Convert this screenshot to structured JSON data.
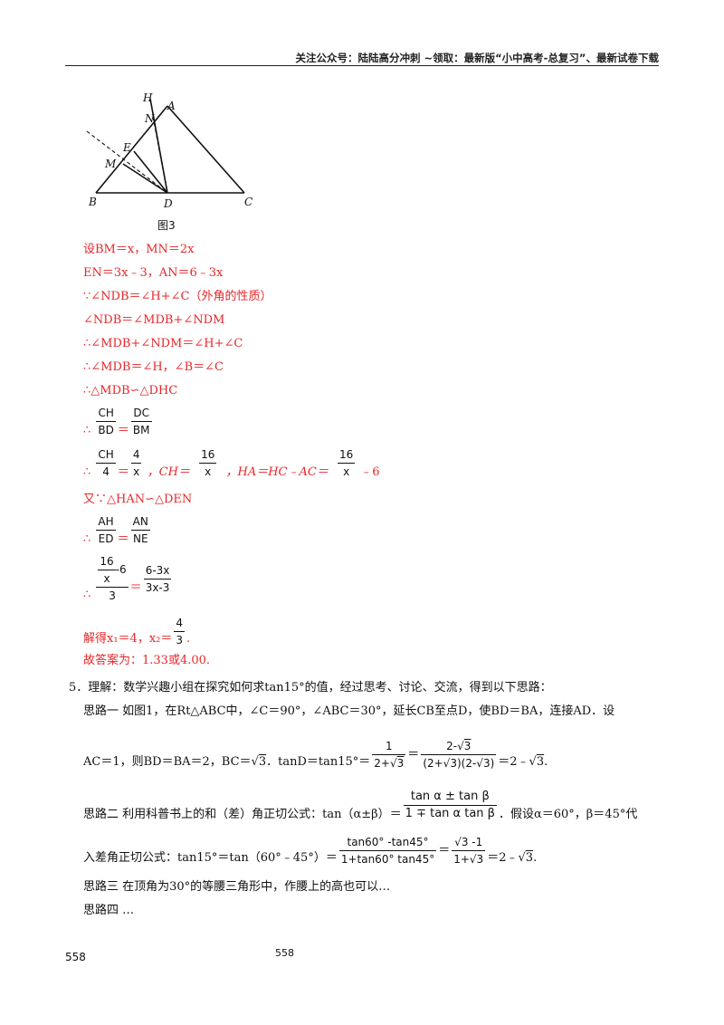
{
  "header": {
    "text": "关注公众号：陆陆高分冲刺 ~领取：最新版“小中高考-总复习”、最新试卷下载"
  },
  "figure": {
    "caption": "图3",
    "points": {
      "H": "H",
      "A": "A",
      "N": "N",
      "E": "E",
      "M": "M",
      "B": "B",
      "D": "D",
      "C": "C"
    }
  },
  "solution": {
    "l1": "设BM＝x，MN＝2x",
    "l2": "EN＝3x﹣3，AN＝6﹣3x",
    "l3": "∵∠NDB＝∠H+∠C（外角的性质）",
    "l4": "∠NDB＝∠MDB+∠NDM",
    "l5": "∴∠MDB+∠NDM＝∠H+∠C",
    "l6": "∴∠MDB＝∠H，∠B＝∠C",
    "l7": "∴△MDB∽△DHC",
    "f1": {
      "therefore": "∴",
      "n1": "CH",
      "d1": "BD",
      "eq": "＝",
      "n2": "DC",
      "d2": "BM"
    },
    "f2": {
      "therefore": "∴",
      "n1": "CH",
      "d1": "4",
      "eq": "＝",
      "n2": "4",
      "d2": "x",
      "mid1": "，CH＝",
      "n3": "16",
      "d3": "x",
      "mid2": "，HA＝HC﹣AC＝",
      "n4": "16",
      "d4": "x",
      "tail": "﹣6"
    },
    "l8": "又∵△HAN∽△DEN",
    "f3": {
      "therefore": "∴",
      "n1": "AH",
      "d1": "ED",
      "eq": "＝",
      "n2": "AN",
      "d2": "NE"
    },
    "f4": {
      "therefore": "∴",
      "n1a": "16",
      "n1b": "x",
      "n1c": "-6",
      "d1": "3",
      "eq": "＝",
      "n2": "6-3x",
      "d2": "3x-3"
    },
    "f5": {
      "prefix": "解得x₁＝4，x₂＝",
      "n": "4",
      "d": "3",
      "suffix": "."
    },
    "answer": "故答案为：1.33或4.00."
  },
  "problem5": {
    "intro": "5．理解：数学兴趣小组在探究如何求tan15°的值，经过思考、讨论、交流，得到以下思路：",
    "idea1a": "思路一  如图1，在Rt△ABC中，∠C＝90°，∠ABC＝30°，延长CB至点D，使BD＝BA，连接AD．设",
    "idea1b_pre": "AC＝1，则BD＝BA＝2，BC＝",
    "sqrt3": "3",
    "idea1b_mid": "．tanD＝tan15°＝",
    "f1n": "1",
    "f1d_pre": "2+",
    "f1d_post": "",
    "f2n_pre": "2-",
    "f2d": "(2+√3)(2-√3)",
    "idea1b_end": "＝2﹣",
    "idea1b_tail": ".",
    "idea2_pre": "思路二  利用科普书上的和（差）角正切公式：tan（α±β）＝",
    "idea2_fn": "tan α ± tan β",
    "idea2_fd": "1 ∓ tan α tan β",
    "idea2_post": "．假设α＝60°，β＝45°代",
    "idea2b_pre": "入差角正切公式：tan15°＝tan（60°﹣45°）＝",
    "idea2b_fn": "tan60° -tan45°",
    "idea2b_fd": "1+tan60° tan45°",
    "idea2b_f2n": "√3 -1",
    "idea2b_f2d": "1+√3",
    "idea2b_end": "＝2﹣",
    "idea3": "思路三  在顶角为30°的等腰三角形中，作腰上的高也可以…",
    "idea4": "思路四  …"
  },
  "page": {
    "left": "558",
    "center": "558"
  }
}
